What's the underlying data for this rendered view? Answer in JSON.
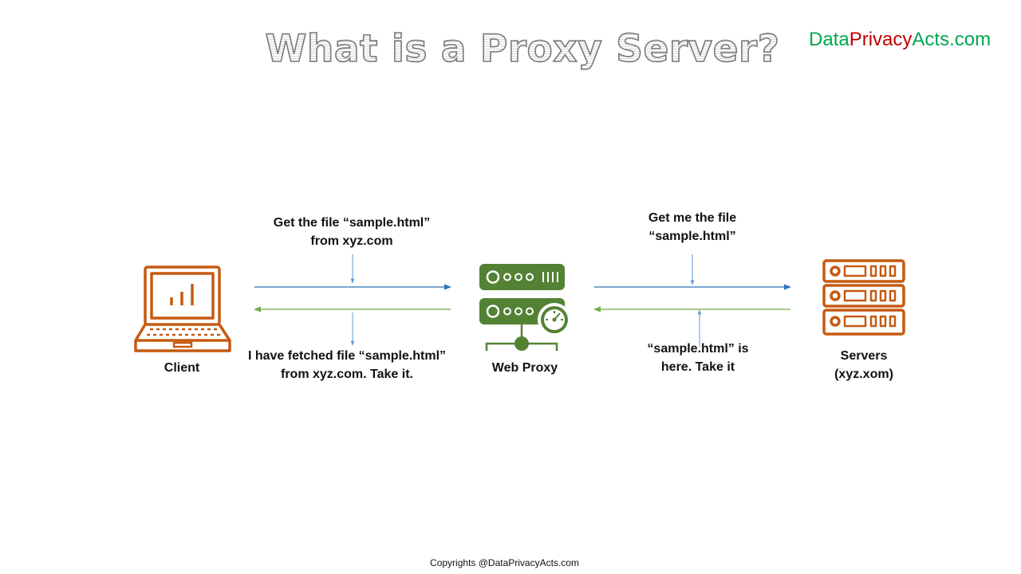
{
  "title": "What is a Proxy Server?",
  "brand": {
    "part1": "Data",
    "part2": "Privacy",
    "part3": "Acts.com"
  },
  "nodes": {
    "client": "Client",
    "proxy": "Web Proxy",
    "servers_line1": "Servers",
    "servers_line2": "(xyz.xom)"
  },
  "messages": {
    "client_request_line1": "Get the file “sample.html”",
    "client_request_line2": "from xyz.com",
    "proxy_response_line1": "I have fetched file “sample.html”",
    "proxy_response_line2": "from xyz.com. Take it.",
    "proxy_request_line1": "Get me the file",
    "proxy_request_line2": "“sample.html”",
    "server_response_line1": "“sample.html” is",
    "server_response_line2": "here. Take it"
  },
  "footer": "Copyrights  @DataPrivacyActs.com",
  "colors": {
    "request_arrow": "#2e75b6",
    "response_arrow": "#70ad47",
    "client_icon": "#c55a11",
    "server_icon": "#c55a11",
    "proxy_icon": "#548235",
    "brand_green": "#00a651",
    "brand_red": "#c00000"
  },
  "icons": [
    "laptop-chart-icon",
    "proxy-server-gauge-icon",
    "server-rack-icon"
  ]
}
